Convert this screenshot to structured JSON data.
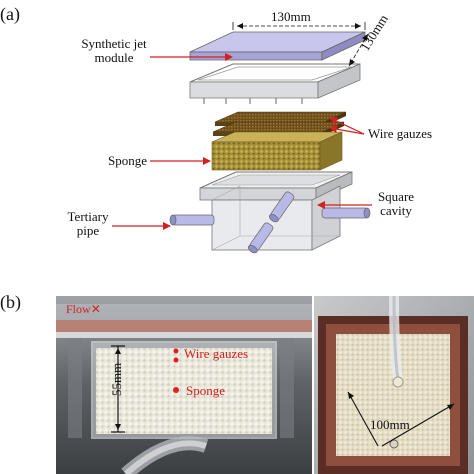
{
  "panel_a": {
    "label": "(a)",
    "dims": {
      "width": "130mm",
      "depth": "130mm"
    },
    "labels": {
      "module_line1": "Synthetic jet",
      "module_line2": "module",
      "wire_gauzes": "Wire gauzes",
      "sponge": "Sponge",
      "cavity_line1": "Square",
      "cavity_line2": "cavity",
      "pipe_line1": "Tertiary",
      "pipe_line2": "pipe"
    }
  },
  "panel_b": {
    "label": "(b)",
    "flow": "Flow",
    "flow_mark": "✕",
    "height": "55mm",
    "wire_gauzes": "Wire gauzes",
    "sponge": "Sponge",
    "width": "100mm"
  },
  "colors": {
    "annotation": "#d42020",
    "module": "#b9b6e6",
    "cavity": "#e4e6e9",
    "gauze": "#7a5a24",
    "sponge": "#b8a043"
  }
}
